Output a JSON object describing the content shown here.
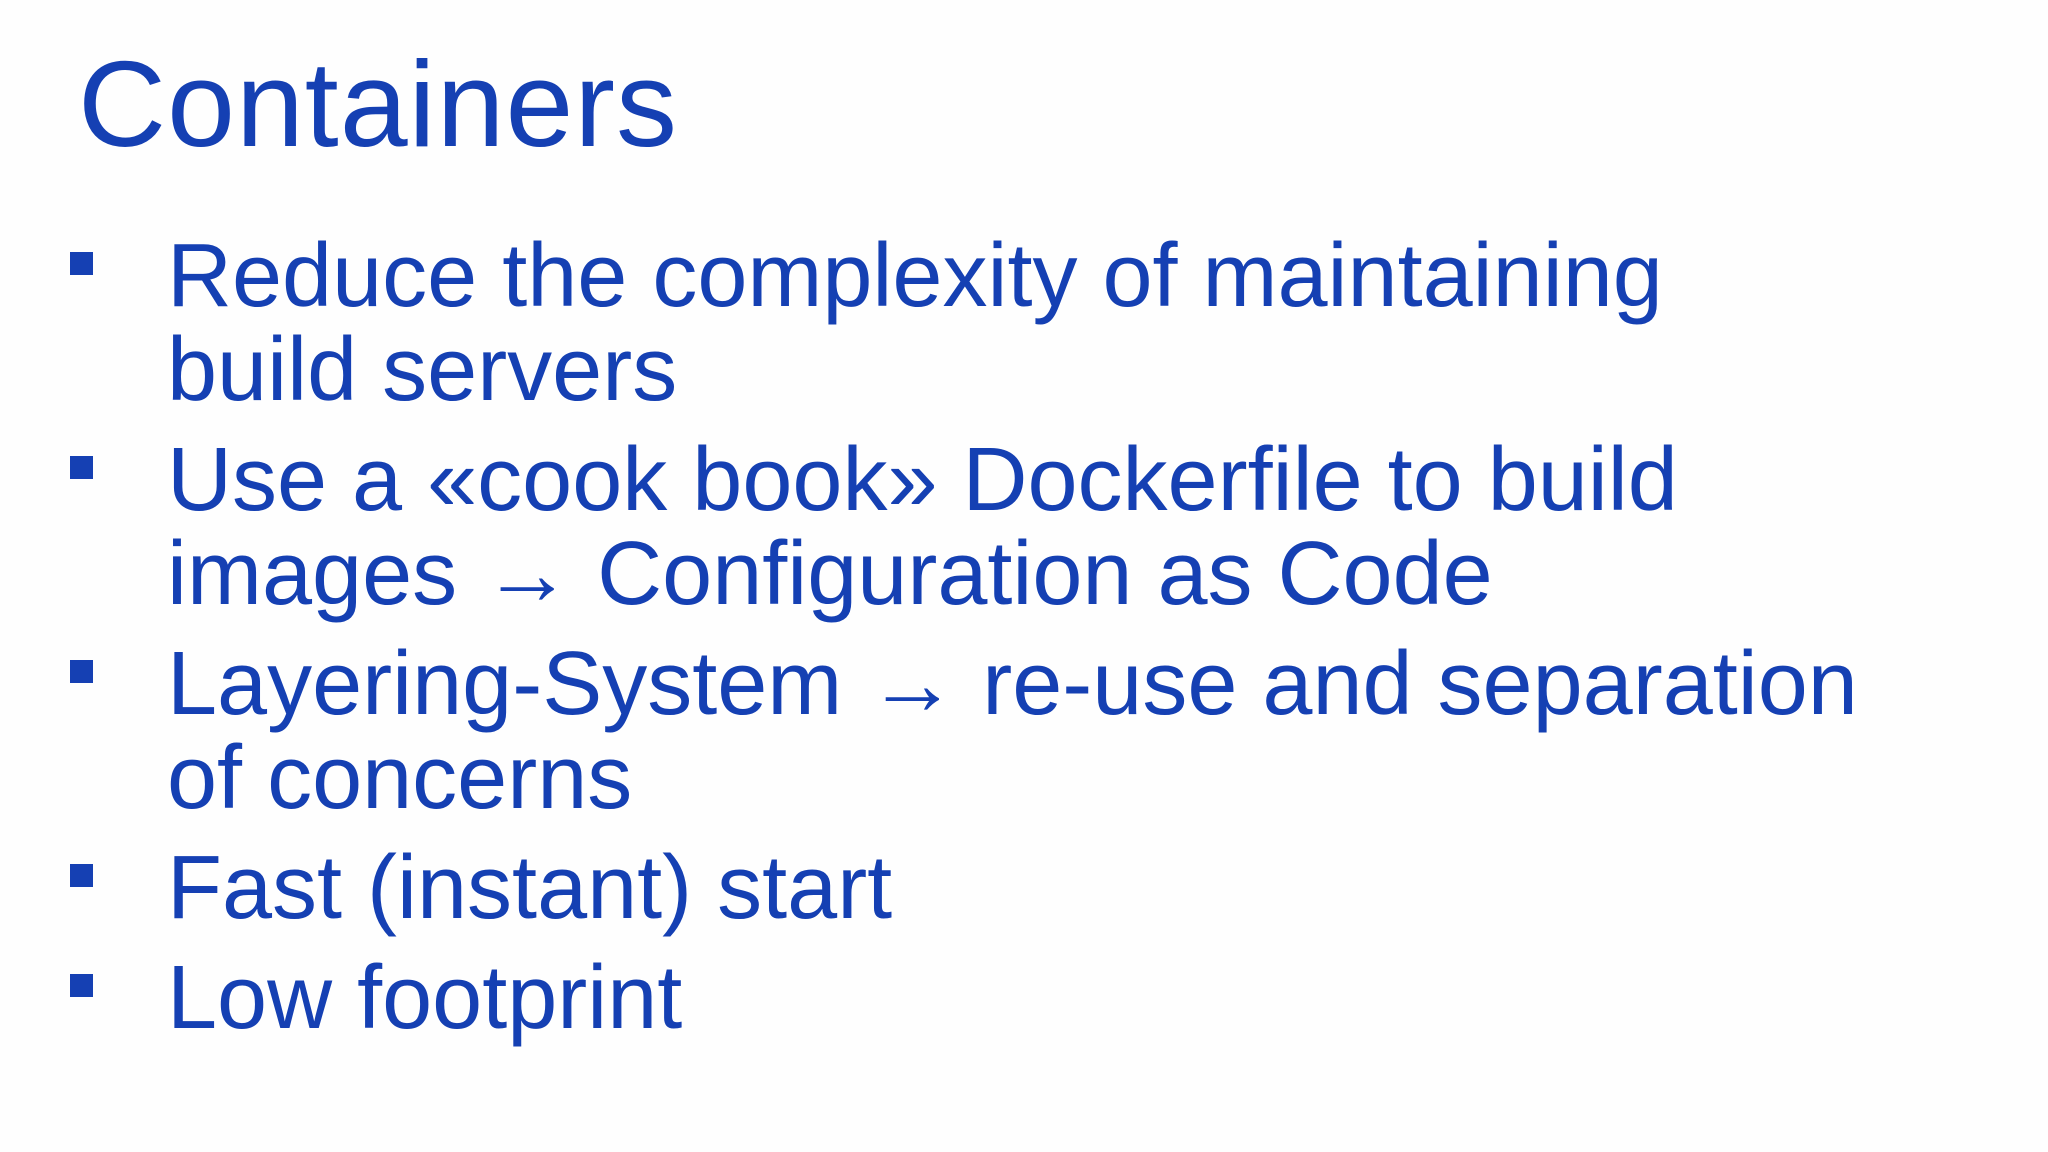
{
  "slide": {
    "title": "Containers",
    "accent_color": "#1540b3",
    "background_color": "#fefefe",
    "bullet_icon": "blue-square-bullet",
    "arrow_glyph": "→",
    "bullets": [
      {
        "lines": [
          "Reduce the complexity of maintaining",
          "build servers"
        ]
      },
      {
        "lines": [
          "Use a «cook book» Dockerfile to build",
          "images → Configuration as Code"
        ]
      },
      {
        "lines": [
          "Layering-System → re-use and separation",
          "of concerns"
        ]
      },
      {
        "lines": [
          "Fast (instant) start"
        ]
      },
      {
        "lines": [
          "Low footprint"
        ]
      }
    ]
  }
}
